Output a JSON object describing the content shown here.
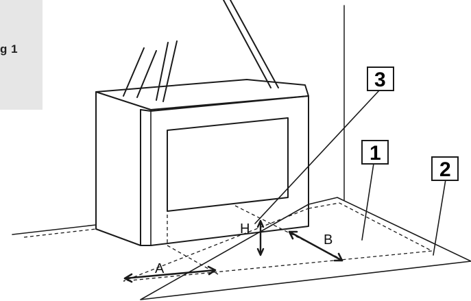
{
  "figure": {
    "label": "g 1"
  },
  "callouts": {
    "c1": "1",
    "c2": "2",
    "c3": "3"
  },
  "dimensions": {
    "a": "A",
    "b": "B",
    "h": "H"
  }
}
